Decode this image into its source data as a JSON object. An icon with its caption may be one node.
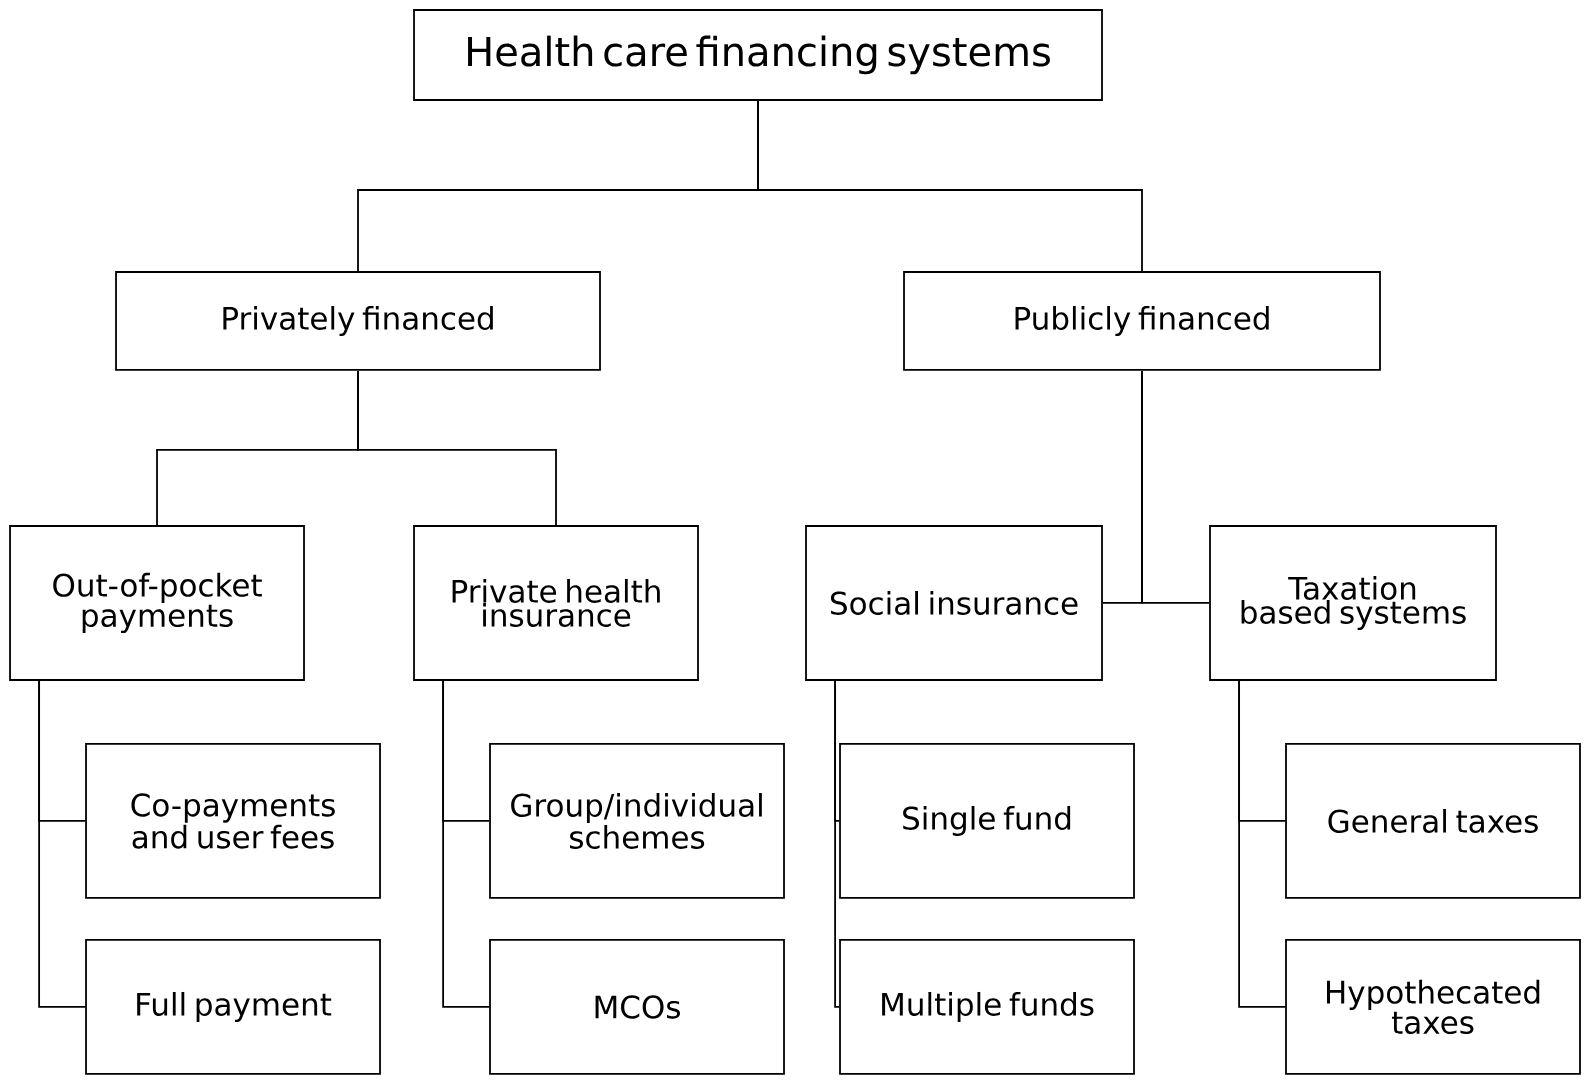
{
  "diagram": {
    "nodes": [
      {
        "text": [
          "Health care financing systems"
        ]
      },
      {
        "text": [
          "Privately financed"
        ]
      },
      {
        "text": [
          "Publicly financed"
        ]
      },
      {
        "text": [
          "Out-of-pocket payments"
        ]
      },
      {
        "text": [
          "Private health insurance"
        ]
      },
      {
        "text": [
          "Social insurance"
        ]
      },
      {
        "text": [
          "Taxation based systems"
        ]
      },
      {
        "text": [
          "Co-payments and user fees"
        ]
      },
      {
        "text": [
          "Full payment"
        ]
      },
      {
        "text": [
          "Group/individual schemes"
        ]
      },
      {
        "text": [
          "MCOs"
        ]
      },
      {
        "text": [
          "Single fund"
        ]
      },
      {
        "text": [
          "Multiple funds"
        ]
      },
      {
        "text": [
          "General taxes"
        ]
      },
      {
        "text": [
          "Hypothecated taxes"
        ]
      }
    ],
    "edges": [
      {
        "from": 0,
        "to": 1,
        "arrow": "none"
      },
      {
        "from": 0,
        "to": 2,
        "arrow": "none"
      },
      {
        "from": 1,
        "to": 3,
        "arrow": "none"
      },
      {
        "from": 1,
        "to": 4,
        "arrow": "none"
      },
      {
        "from": 2,
        "to": 5,
        "arrow": "none"
      },
      {
        "from": 2,
        "to": 6,
        "arrow": "none"
      },
      {
        "from": 3,
        "to": 7,
        "arrow": "none"
      },
      {
        "from": 3,
        "to": 8,
        "arrow": "none"
      },
      {
        "from": 4,
        "to": 9,
        "arrow": "none"
      },
      {
        "from": 4,
        "to": 10,
        "arrow": "none"
      },
      {
        "from": 5,
        "to": 11,
        "arrow": "none"
      },
      {
        "from": 5,
        "to": 12,
        "arrow": "none"
      },
      {
        "from": 6,
        "to": 13,
        "arrow": "none"
      },
      {
        "from": 6,
        "to": 14,
        "arrow": "none"
      }
    ]
  }
}
